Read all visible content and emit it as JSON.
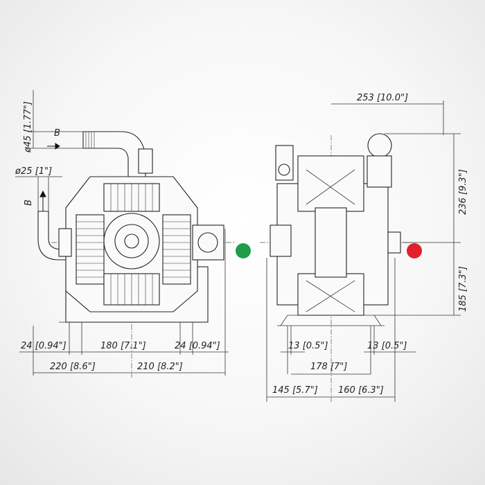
{
  "colors": {
    "inlet_marker": "#1e9e48",
    "outlet_marker": "#e0202a",
    "line": "#222222"
  },
  "left_view": {
    "inlet_diameter": "ø45 [1.77\"]",
    "inlet_label": "B",
    "outlet_diameter": "ø25 [1\"]",
    "outlet_label": "B",
    "dims": {
      "left_offset": "24 [0.94\"]",
      "mount_spacing": "180 [7.1\"]",
      "right_offset": "24 [0.94\"]",
      "left_half": "220 [8.6\"]",
      "right_half": "210 [8.2\"]"
    }
  },
  "right_view": {
    "dims": {
      "top_width": "253 [10.0\"]",
      "upper_height": "236 [9.3\"]",
      "lower_height": "185 [7.3\"]",
      "left_foot": "13 [0.5\"]",
      "right_foot": "13 [0.5\"]",
      "foot_spacing": "178 [7\"]",
      "left_half": "145 [5.7\"]",
      "right_half": "160 [6.3\"]"
    }
  }
}
